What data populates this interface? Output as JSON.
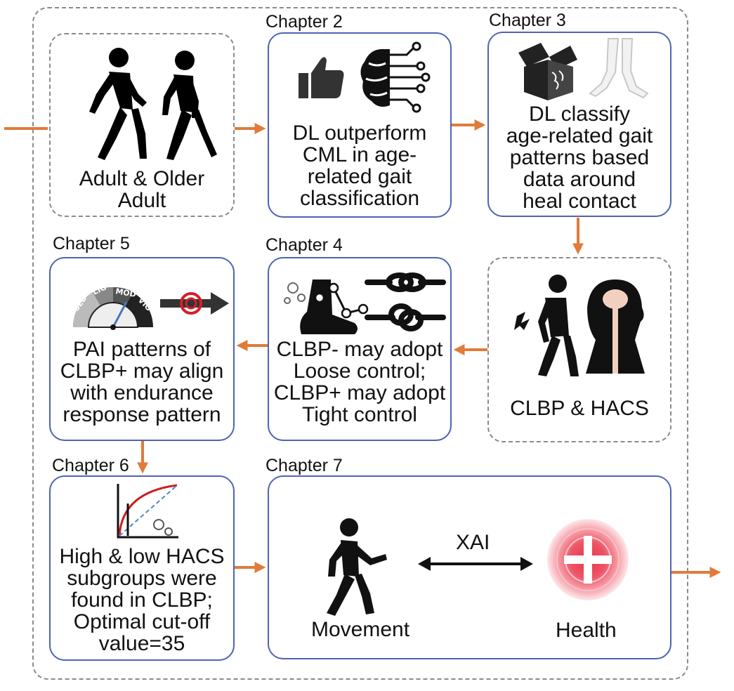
{
  "colors": {
    "box_border": "#4f63b3",
    "dashed_border": "#8a8a8a",
    "arrow": "#e07b39",
    "health_red": "#e8334a"
  },
  "chapters": {
    "ch2": "Chapter 2",
    "ch3": "Chapter 3",
    "ch4": "Chapter 4",
    "ch5": "Chapter 5",
    "ch6": "Chapter 6",
    "ch7": "Chapter 7"
  },
  "boxes": {
    "start": "Adult & Older\nAdult",
    "ch2": "DL outperform\nCML in age-\nrelated gait\nclassification",
    "ch3": "DL classify\nage-related gait\npatterns based\ndata around\nheal contact",
    "clbp": "CLBP & HACS",
    "ch4": "CLBP- may adopt\nLoose control;\nCLBP+ may adopt\nTight   control",
    "ch5": "PAI patterns of\nCLBP+ may align\nwith endurance\nresponse pattern",
    "ch6": "High & low HACS\nsubgroups were\nfound in CLBP;\nOptimal cut-off\nvalue=35"
  },
  "ch7": {
    "movement": "Movement",
    "xai": "XAI",
    "health": "Health"
  },
  "gauge": {
    "labels": [
      "SED",
      "LIG",
      "MOD",
      "VIG"
    ]
  },
  "icons": [
    "walking-adults-icon",
    "thumbs-up-icon",
    "brain-circuit-icon",
    "open-box-icon",
    "legs-icon",
    "back-pain-person-icon",
    "head-silhouette-icon",
    "foot-motion-icon",
    "knot-icon",
    "activity-gauge-icon",
    "target-arrow-icon",
    "roc-curve-icon",
    "walking-person-icon",
    "health-cross-icon"
  ]
}
